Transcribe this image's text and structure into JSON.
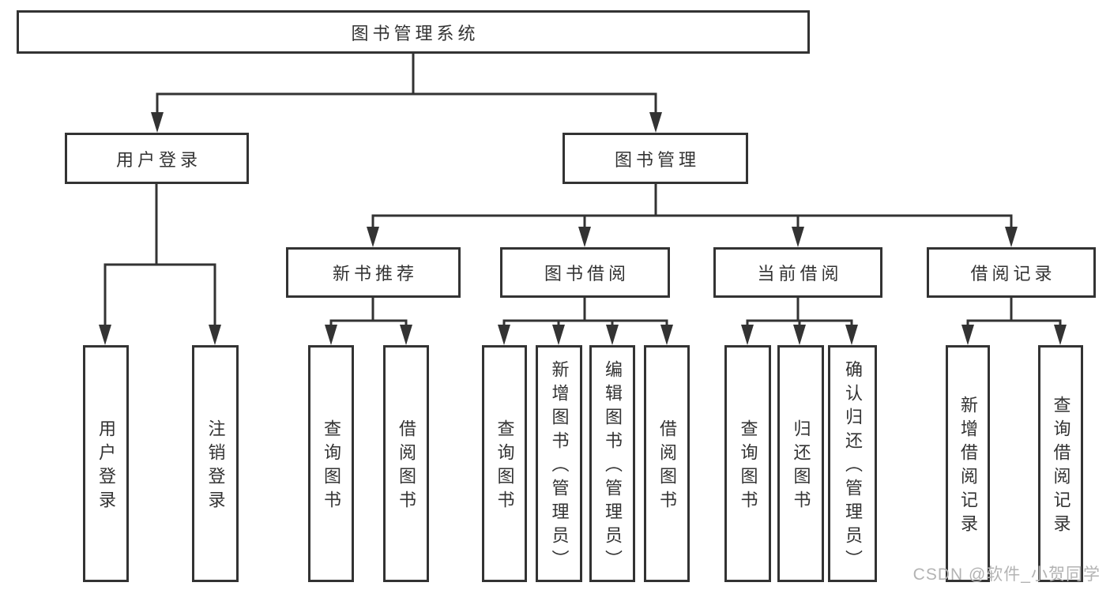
{
  "style": {
    "line_color": "#333333",
    "box_border_color": "#333333",
    "text_color": "#333333",
    "background_color": "#ffffff",
    "watermark_color": "#b3b3b3"
  },
  "watermark": {
    "text": "CSDN @软件_小贺同学"
  },
  "tree": {
    "root": {
      "label": "图书管理系统"
    },
    "branches": [
      {
        "label": "用户登录",
        "children": [
          {
            "label": "用户登录"
          },
          {
            "label": "注销登录"
          }
        ]
      },
      {
        "label": "图书管理",
        "children": [
          {
            "label": "新书推荐",
            "children": [
              {
                "label": "查询图书"
              },
              {
                "label": "借阅图书"
              }
            ]
          },
          {
            "label": "图书借阅",
            "children": [
              {
                "label": "查询图书"
              },
              {
                "label": "新增图书（管理员）"
              },
              {
                "label": "编辑图书（管理员）"
              },
              {
                "label": "借阅图书"
              }
            ]
          },
          {
            "label": "当前借阅",
            "children": [
              {
                "label": "查询图书"
              },
              {
                "label": "归还图书"
              },
              {
                "label": "确认归还（管理员）"
              }
            ]
          },
          {
            "label": "借阅记录",
            "children": [
              {
                "label": "新增借阅记录"
              },
              {
                "label": "查询借阅记录"
              }
            ]
          }
        ]
      }
    ]
  }
}
